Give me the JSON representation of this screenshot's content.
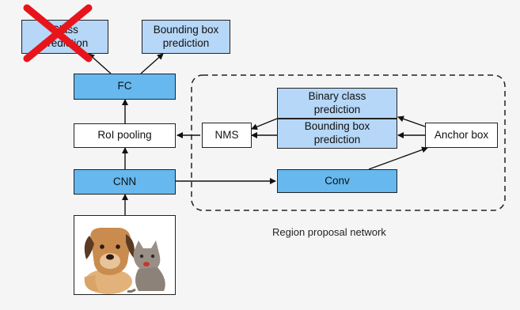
{
  "nodes": {
    "class_prediction": "Class\nprediction",
    "bbox_prediction_top": "Bounding box\nprediction",
    "fc": "FC",
    "roi_pooling": "RoI pooling",
    "cnn": "CNN",
    "nms": "NMS",
    "binary_class_prediction": "Binary class\nprediction",
    "bbox_prediction_rpn": "Bounding box\nprediction",
    "anchor_box": "Anchor box",
    "conv": "Conv"
  },
  "region": {
    "caption": "Region proposal network"
  },
  "colors": {
    "blue": "#66b8ee",
    "light_blue": "#b6d7f7",
    "cross_red": "#e8141c"
  },
  "icons": {
    "cross": "red-x-cross-icon",
    "photo": "puppy-and-kitten-image"
  }
}
